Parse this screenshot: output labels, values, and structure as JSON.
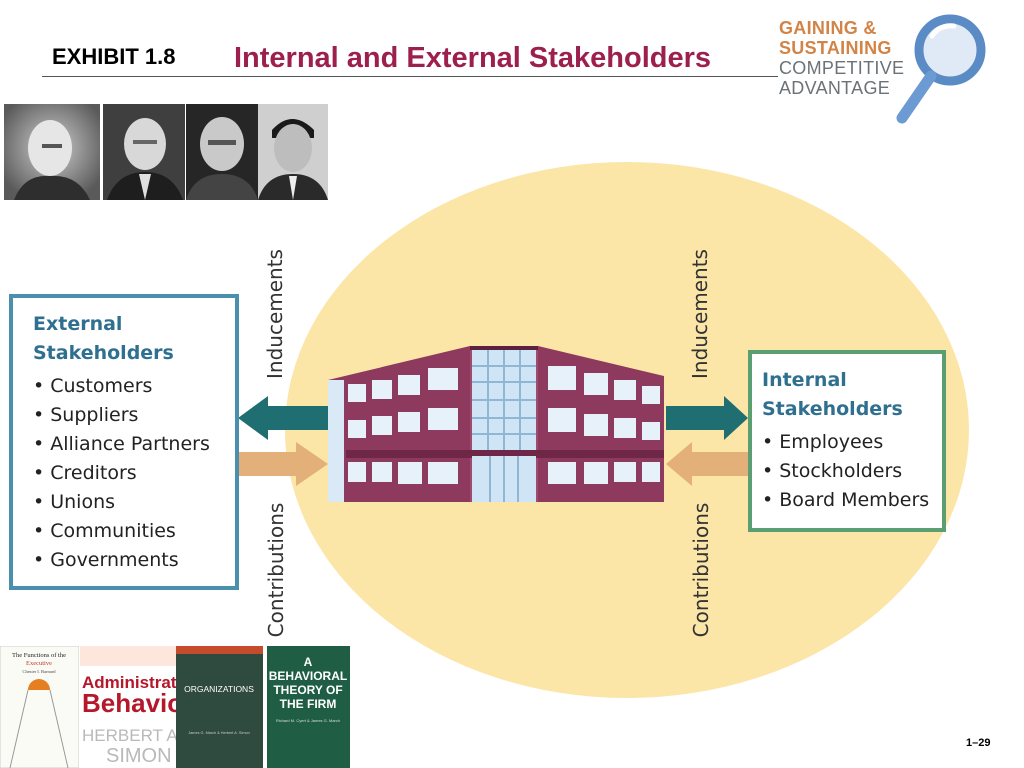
{
  "header": {
    "exhibit": "EXHIBIT 1.8",
    "title": "Internal and External Stakeholders"
  },
  "logo": {
    "line1": "GAINING &",
    "line2": "SUSTAINING",
    "line3": "COMPETITIVE",
    "line4": "ADVANTAGE",
    "icon": "magnifying-glass-icon",
    "colors": {
      "orange": "#d28446",
      "gray": "#6b7378",
      "lens": "#5b8bc4"
    }
  },
  "external": {
    "title_line1": "External",
    "title_line2": "Stakeholders",
    "items": [
      "Customers",
      "Suppliers",
      "Alliance Partners",
      "Creditors",
      "Unions",
      "Communities",
      "Governments"
    ]
  },
  "internal": {
    "title_line1": "Internal",
    "title_line2": "Stakeholders",
    "items": [
      "Employees",
      "Stockholders",
      "Board Members"
    ]
  },
  "flows": {
    "left_top": "Inducements",
    "left_bottom": "Contributions",
    "right_top": "Inducements",
    "right_bottom": "Contributions"
  },
  "books": {
    "book1_line1": "The Functions of the",
    "book1_line2": "Executive",
    "book1_author": "Chester I. Barnard",
    "book2_line1": "Administrative",
    "book2_line2": "Behavior",
    "book2_author1": "HERBERT A.",
    "book2_author2": "SIMON",
    "book3_title": "ORGANIZATIONS",
    "book3_author": "James G. March & Herbert A. Simon",
    "book4_line1": "A",
    "book4_line2": "BEHAVIORAL",
    "book4_line3": "THEORY OF",
    "book4_line4": "THE FIRM",
    "book4_author": "Richard M. Cyert & James G. March"
  },
  "page_number": "1–29",
  "colors": {
    "title": "#9c1f4e",
    "ellipse": "#fbe6a8",
    "external_border": "#4a8fac",
    "internal_border": "#5a9e72",
    "arrow_teal": "#1f6f72",
    "arrow_tan": "#e3b07a",
    "building": "#8e3a5e"
  }
}
